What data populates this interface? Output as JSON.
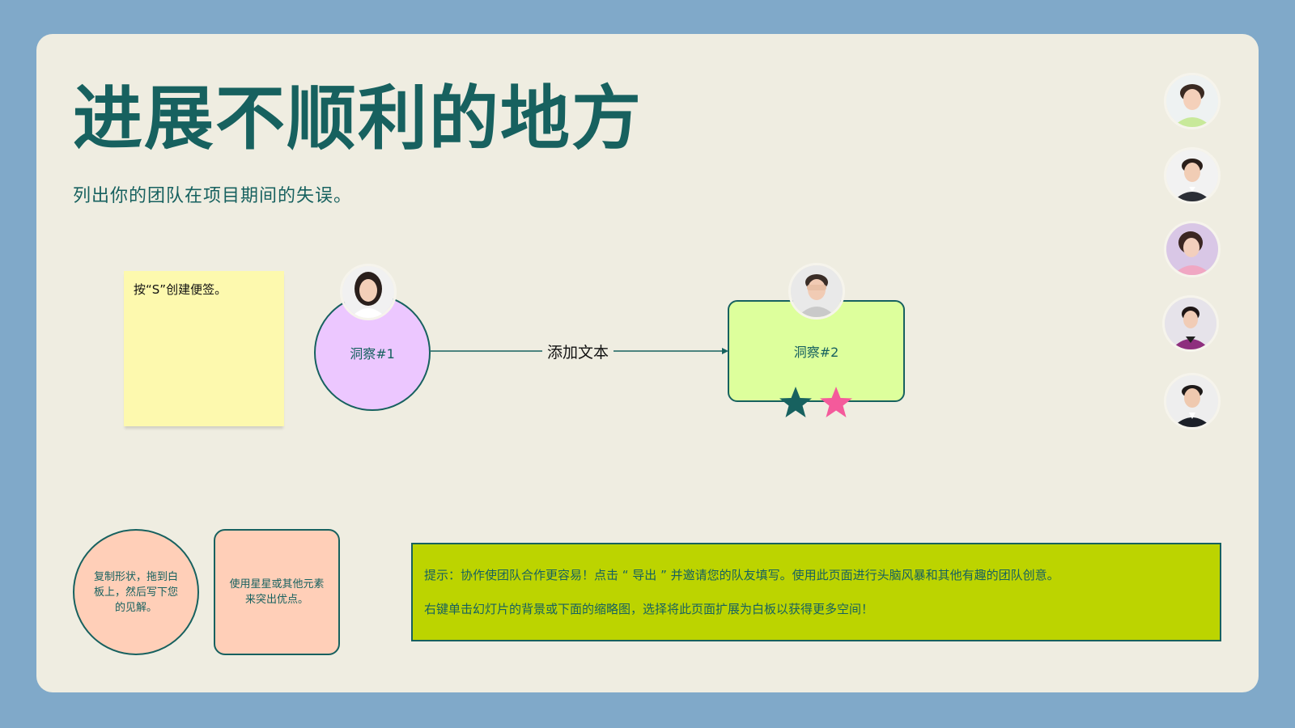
{
  "slide": {
    "title": "进展不顺利的地方",
    "subtitle": "列出你的团队在项目期间的失误。"
  },
  "sticky_note": {
    "text": "按“S”创建便签。"
  },
  "diagram": {
    "insight1_label": "洞察#1",
    "insight2_label": "洞察#2",
    "connector_label": "添加文本"
  },
  "notes": {
    "circle_text": "复制形状，拖到白板上，然后写下您的见解。",
    "rect_text": "使用星星或其他元素来突出优点。"
  },
  "tip": {
    "line1": "提示：协作使团队合作更容易！点击 “ 导出 ” 并邀请您的队友填写。使用此页面进行头脑风暴和其他有趣的团队创意。",
    "line2": "右键单击幻灯片的背景或下面的缩略图，选择将此页面扩展为白板以获得更多空间！"
  },
  "colors": {
    "frame_bg": "#80a9c9",
    "board_bg": "#efede1",
    "accent_teal": "#17615f",
    "sticky_yellow": "#fdf9ae",
    "lavender": "#ecc7ff",
    "lime": "#ddff9c",
    "peach": "#ffcfb8",
    "tip_green": "#bcd400",
    "star_pink": "#f45a9b"
  },
  "icons": {
    "stars": [
      "star-teal-icon",
      "star-pink-icon"
    ],
    "avatars": [
      "avatar-1",
      "avatar-2",
      "avatar-3",
      "avatar-4",
      "avatar-5",
      "avatar-insight1",
      "avatar-insight2"
    ]
  }
}
